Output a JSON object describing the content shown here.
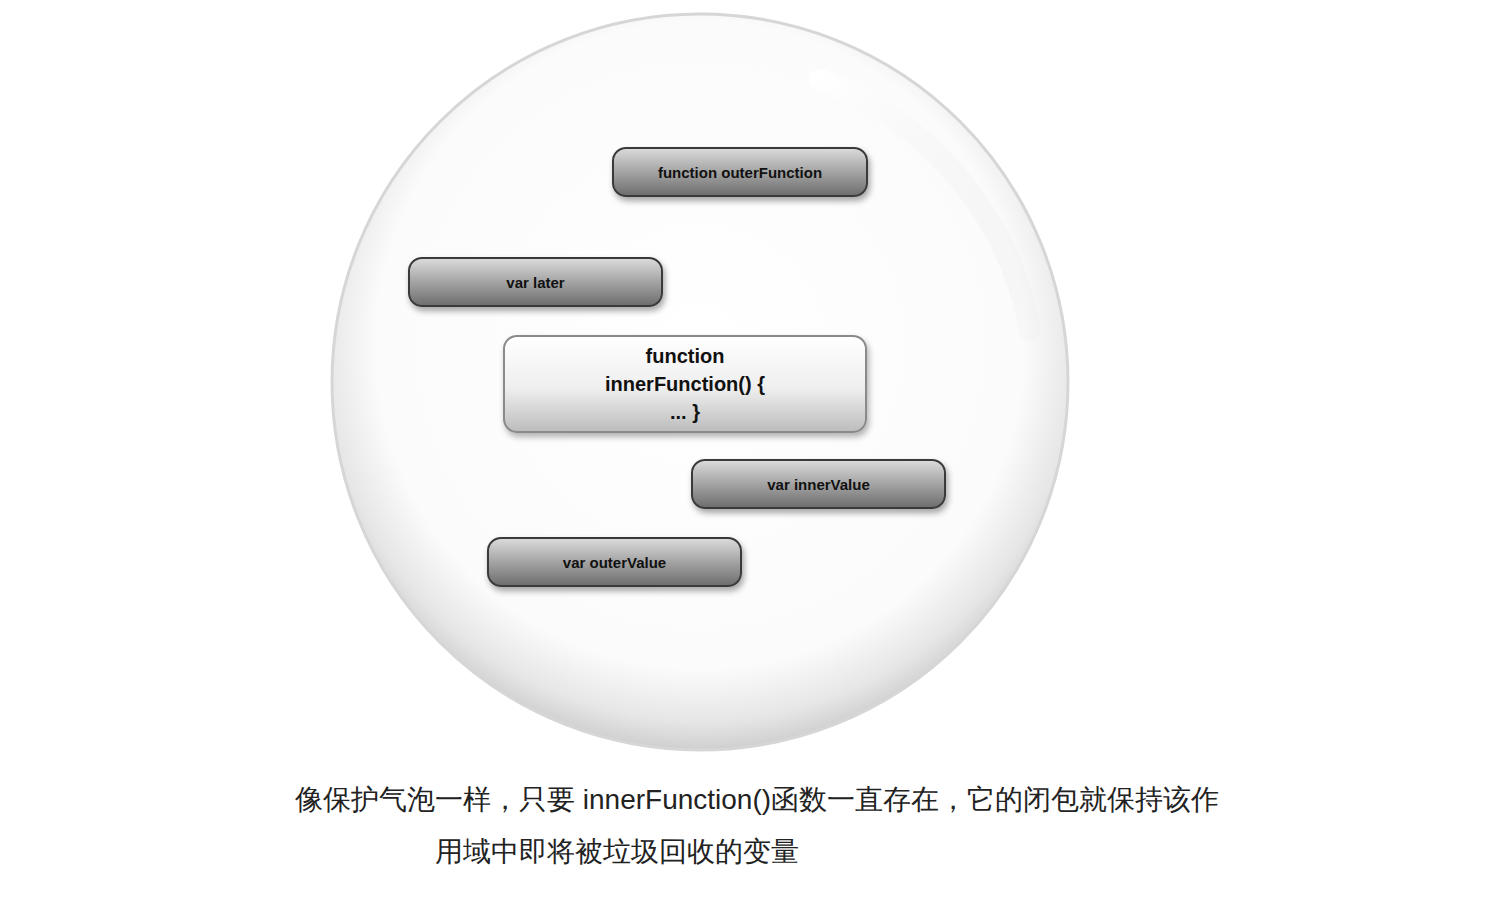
{
  "diagram": {
    "caption": "像保护气泡一样，只要 innerFunction()函数一直存在，它的闭包就保持该作用域中即将被垃圾回收的变量",
    "nodes": [
      {
        "text": [
          "function outerFunction"
        ]
      },
      {
        "text": [
          "var later"
        ]
      },
      {
        "text": [
          "function innerFunction() { ... }"
        ]
      },
      {
        "text": [
          "var innerValue"
        ]
      },
      {
        "text": [
          "var outerValue"
        ]
      }
    ]
  }
}
